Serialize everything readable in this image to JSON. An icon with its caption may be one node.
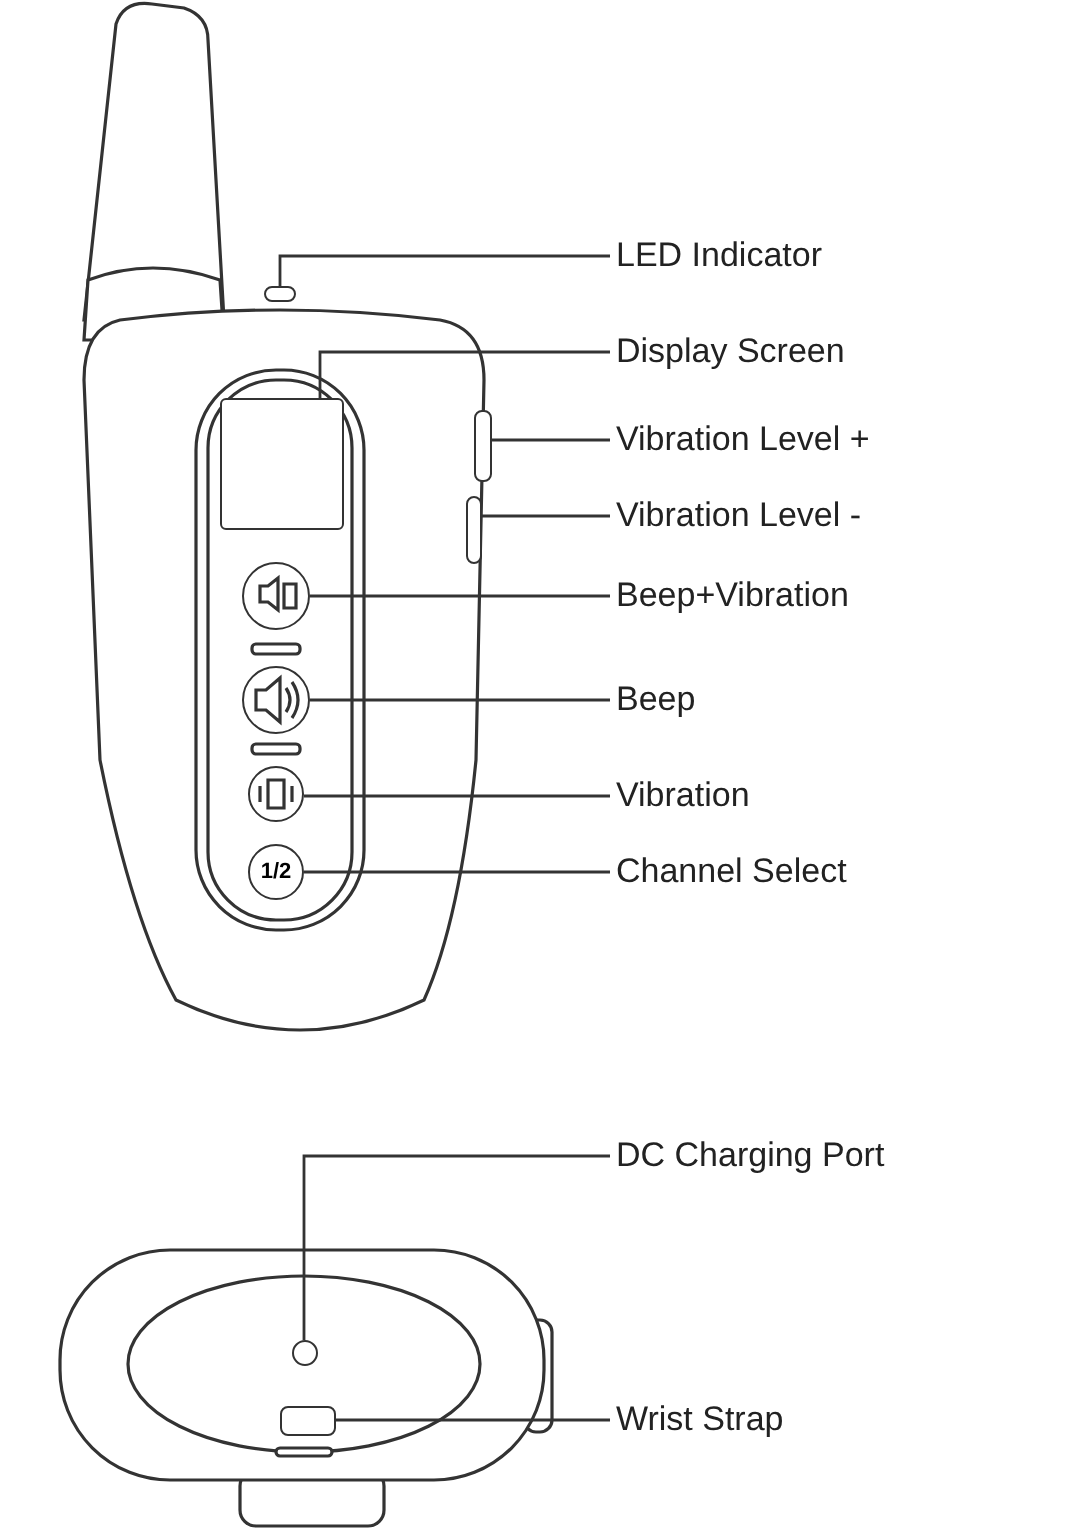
{
  "diagram": {
    "nodes": [
      {
        "text": [
          "LED Indicator"
        ]
      },
      {
        "text": [],
        "shape": "box"
      },
      {
        "text": [
          "Display Screen"
        ]
      },
      {
        "text": [],
        "shape": "box"
      },
      {
        "text": [
          "Vibration Level +"
        ]
      },
      {
        "text": [],
        "shape": "box"
      },
      {
        "text": [
          "Vibration Level -"
        ]
      },
      {
        "text": [],
        "shape": "box"
      },
      {
        "text": [
          "Beep+Vibration"
        ]
      },
      {
        "text": [],
        "shape": "circle"
      },
      {
        "text": [
          "Beep"
        ]
      },
      {
        "text": [],
        "shape": "circle"
      },
      {
        "text": [
          "Vibration"
        ]
      },
      {
        "text": [],
        "shape": "circle"
      },
      {
        "text": [
          "Channel Select"
        ]
      },
      {
        "text": [
          "1/2"
        ]
      },
      {
        "text": [
          "DC Charging Port"
        ]
      },
      {
        "text": [],
        "shape": "circle"
      },
      {
        "text": [
          "Wrist Strap"
        ]
      },
      {
        "text": [],
        "shape": "box"
      }
    ],
    "edges": [
      {
        "from": 0,
        "to": 1,
        "arrow": "none"
      },
      {
        "from": 2,
        "to": 3,
        "arrow": "none"
      },
      {
        "from": 4,
        "to": 5,
        "arrow": "none"
      },
      {
        "from": 6,
        "to": 7,
        "arrow": "none"
      },
      {
        "from": 8,
        "to": 9,
        "arrow": "none"
      },
      {
        "from": 10,
        "to": 11,
        "arrow": "none"
      },
      {
        "from": 12,
        "to": 13,
        "arrow": "none"
      },
      {
        "from": 14,
        "to": 15,
        "arrow": "none"
      },
      {
        "from": 16,
        "to": 17,
        "arrow": "none"
      },
      {
        "from": 18,
        "to": 19,
        "arrow": "none"
      }
    ]
  }
}
